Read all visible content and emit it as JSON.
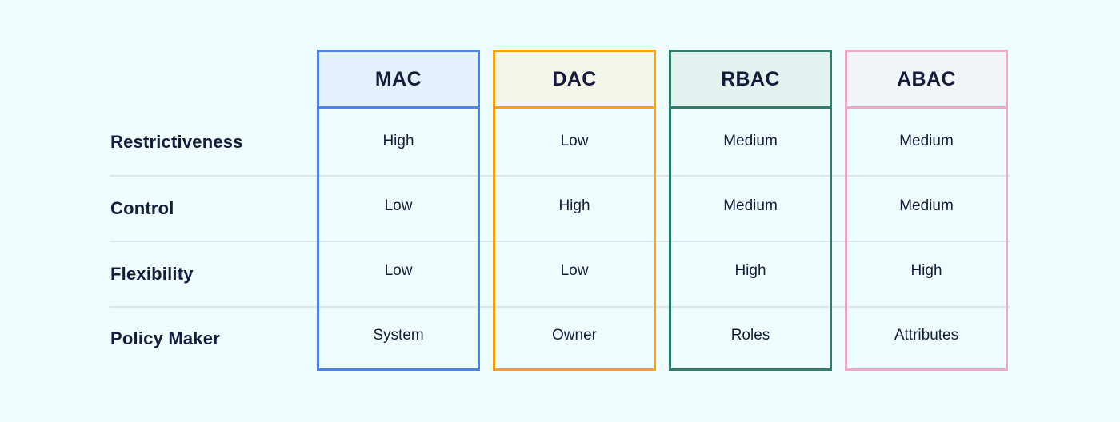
{
  "page": {
    "background_color": "#EDFDFD",
    "text_color": "#161B3C",
    "separator_color": "#DDE7EA"
  },
  "table": {
    "row_labels": [
      "Restrictiveness",
      "Control",
      "Flexibility",
      "Policy Maker"
    ],
    "columns": [
      {
        "label": "MAC",
        "border_color": "#4C83E9",
        "header_bg": "#E3F1FE",
        "values": [
          "High",
          "Low",
          "Low",
          "System"
        ]
      },
      {
        "label": "DAC",
        "border_color": "#F6A315",
        "header_bg": "#F5F6EB",
        "values": [
          "Low",
          "High",
          "Low",
          "Owner"
        ]
      },
      {
        "label": "RBAC",
        "border_color": "#2E7D6D",
        "header_bg": "#E2F2EF",
        "values": [
          "Medium",
          "Medium",
          "High",
          "Roles"
        ]
      },
      {
        "label": "ABAC",
        "border_color": "#F3A7C8",
        "header_bg": "#F2F5F8",
        "values": [
          "Medium",
          "Medium",
          "High",
          "Attributes"
        ]
      }
    ]
  },
  "chart_data": {
    "type": "table",
    "columns": [
      "MAC",
      "DAC",
      "RBAC",
      "ABAC"
    ],
    "rows": [
      {
        "label": "Restrictiveness",
        "values": [
          "High",
          "Low",
          "Medium",
          "Medium"
        ]
      },
      {
        "label": "Control",
        "values": [
          "Low",
          "High",
          "Medium",
          "Medium"
        ]
      },
      {
        "label": "Flexibility",
        "values": [
          "Low",
          "Low",
          "High",
          "High"
        ]
      },
      {
        "label": "Policy Maker",
        "values": [
          "System",
          "Owner",
          "Roles",
          "Attributes"
        ]
      }
    ]
  }
}
